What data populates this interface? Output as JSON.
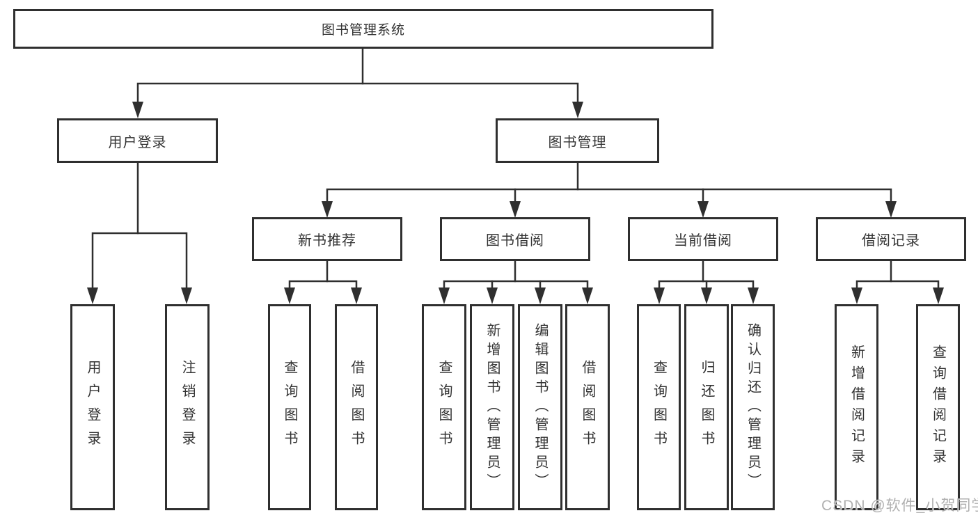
{
  "diagram": {
    "title": "图书管理系统",
    "watermark": "CSDN @软件_小贺同学",
    "colors": {
      "line": "#2f2f2f",
      "text": "#333333",
      "watermark": "#b0b0b0",
      "background": "#ffffff"
    },
    "nodes": {
      "root": {
        "label": "图书管理系统"
      },
      "level2": [
        {
          "label": "用户登录",
          "parent": "图书管理系统"
        },
        {
          "label": "图书管理",
          "parent": "图书管理系统"
        }
      ],
      "level3": [
        {
          "label": "新书推荐",
          "parent": "图书管理"
        },
        {
          "label": "图书借阅",
          "parent": "图书管理"
        },
        {
          "label": "当前借阅",
          "parent": "图书管理"
        },
        {
          "label": "借阅记录",
          "parent": "图书管理"
        }
      ],
      "leaves": [
        {
          "label": "用户登录",
          "parent": "用户登录"
        },
        {
          "label": "注销登录",
          "parent": "用户登录"
        },
        {
          "label": "查询图书",
          "parent": "新书推荐"
        },
        {
          "label": "借阅图书",
          "parent": "新书推荐"
        },
        {
          "label": "查询图书",
          "parent": "图书借阅"
        },
        {
          "label": "新增图书（管理员）",
          "parent": "图书借阅"
        },
        {
          "label": "编辑图书（管理员）",
          "parent": "图书借阅"
        },
        {
          "label": "借阅图书",
          "parent": "图书借阅"
        },
        {
          "label": "查询图书",
          "parent": "当前借阅"
        },
        {
          "label": "归还图书",
          "parent": "当前借阅"
        },
        {
          "label": "确认归还（管理员）",
          "parent": "当前借阅"
        },
        {
          "label": "新增借阅记录",
          "parent": "借阅记录"
        },
        {
          "label": "查询借阅记录",
          "parent": "借阅记录"
        }
      ]
    }
  }
}
